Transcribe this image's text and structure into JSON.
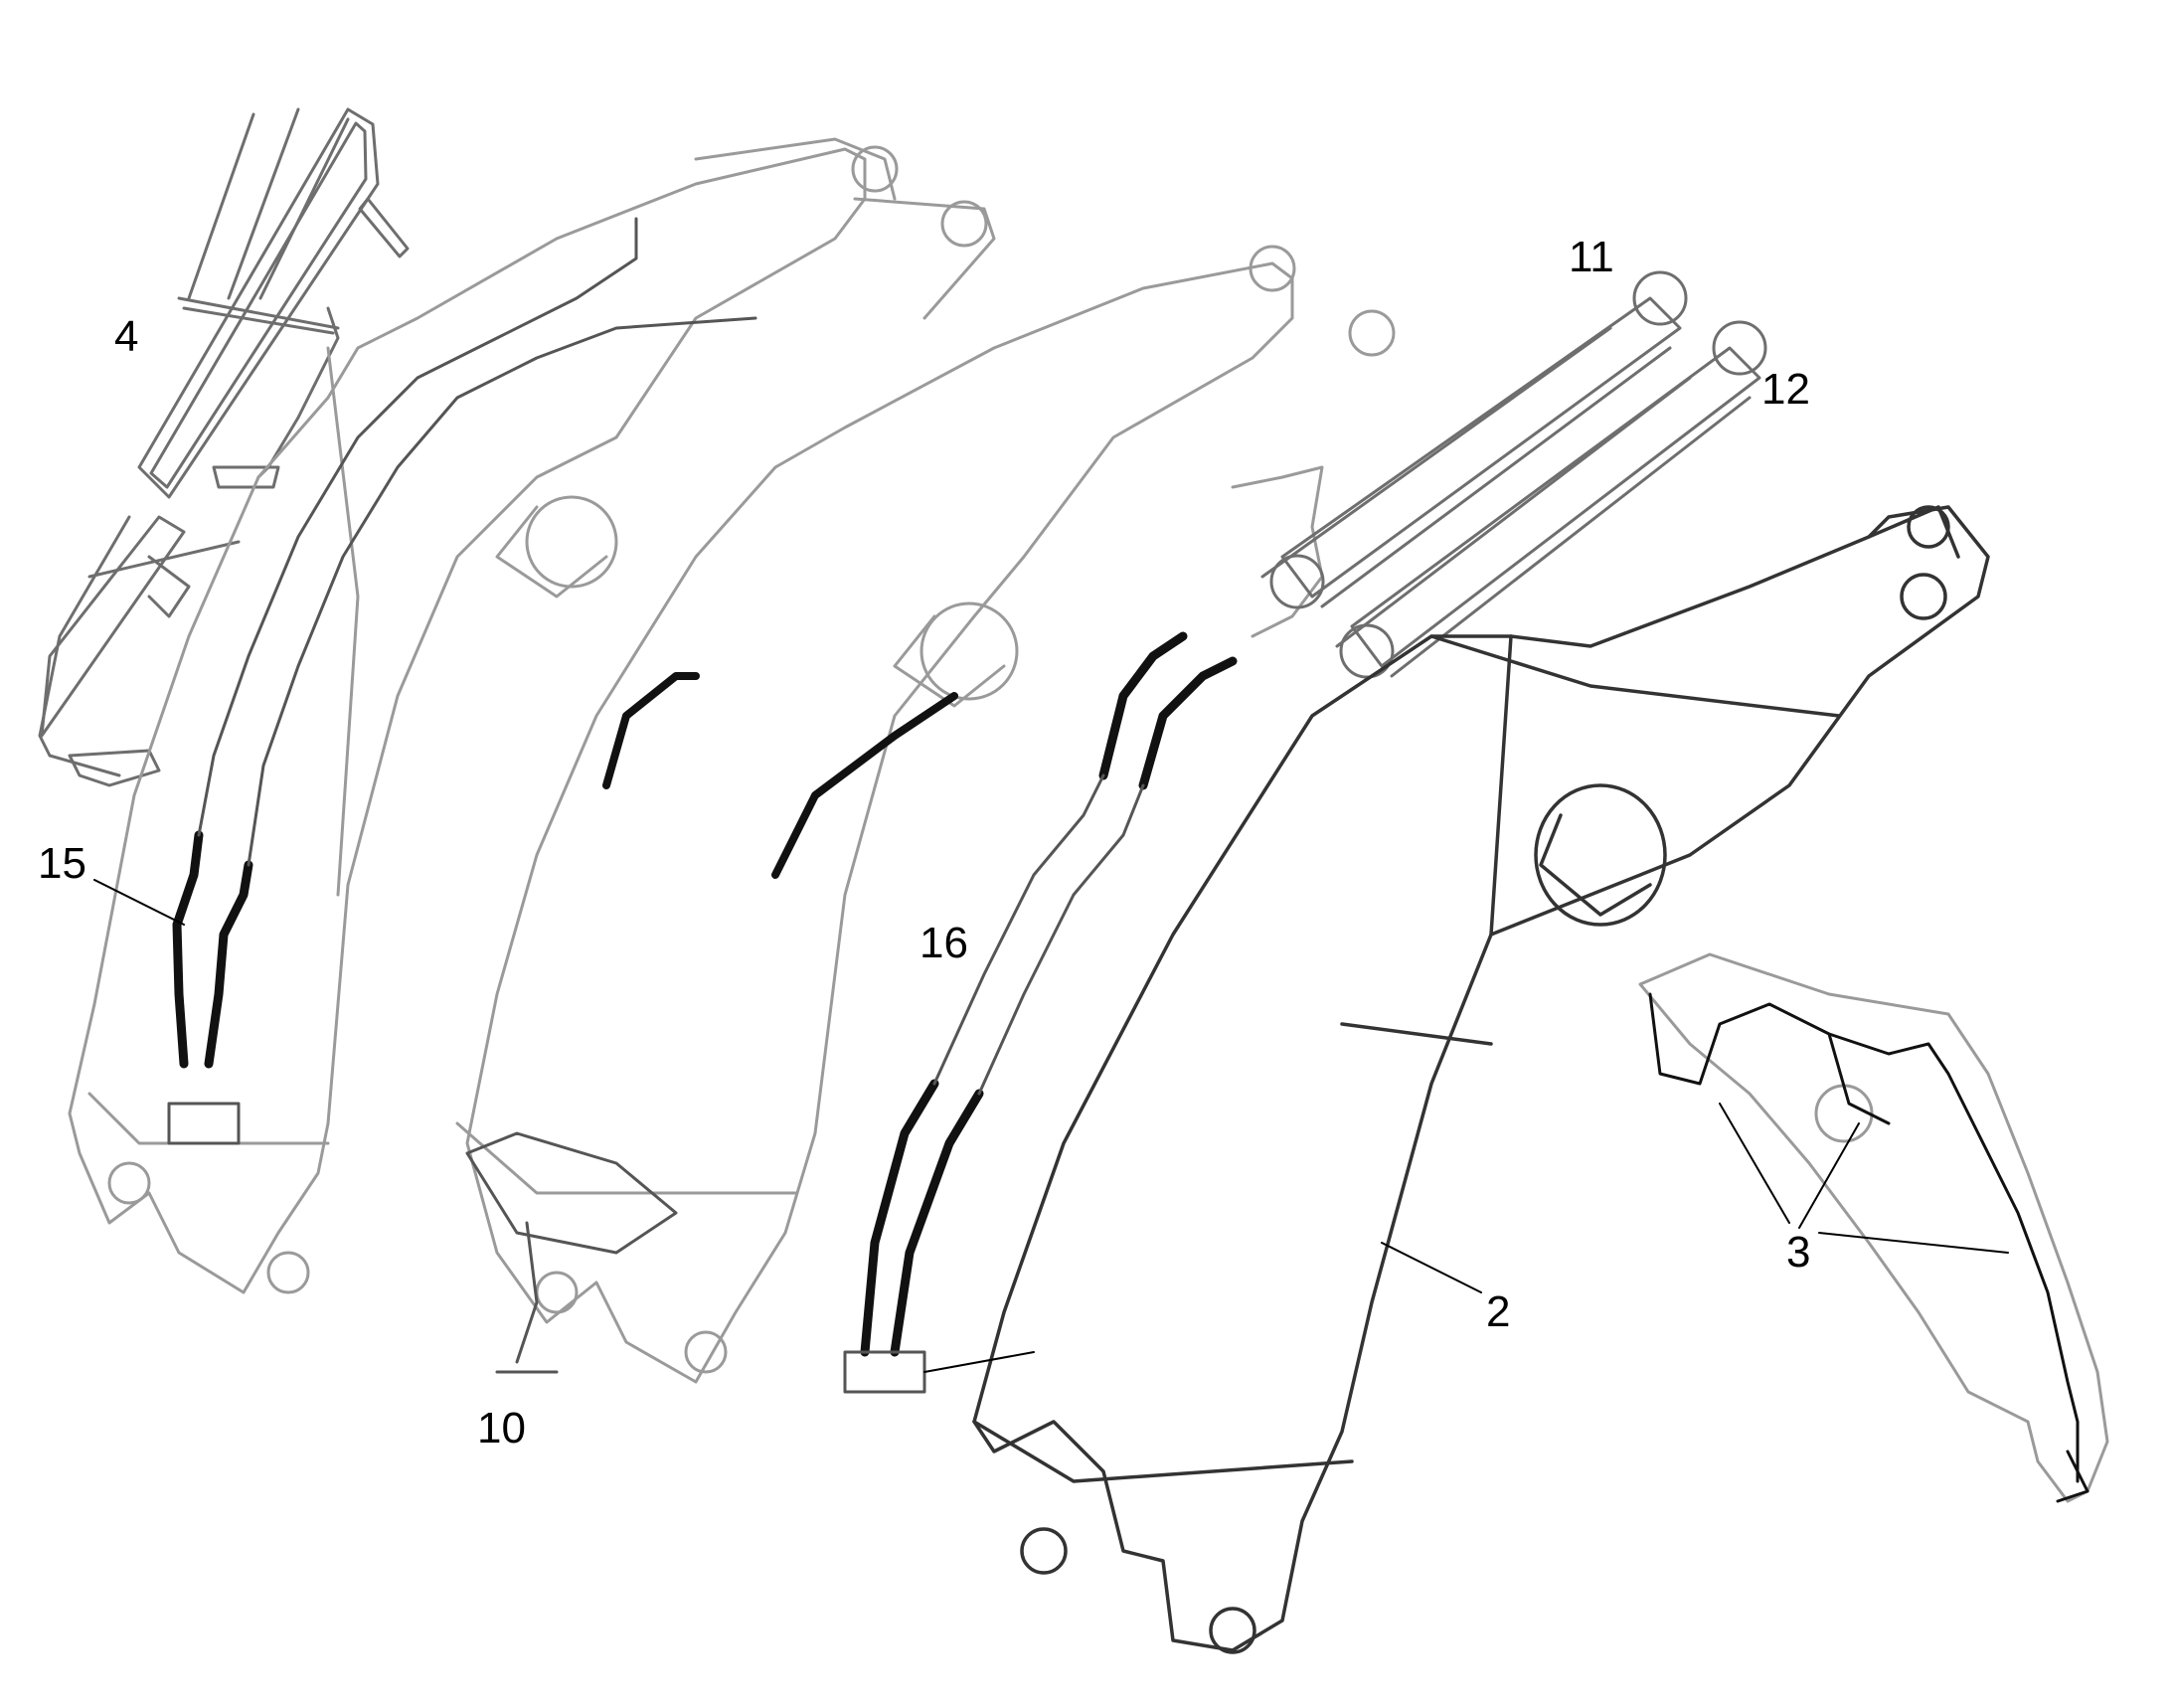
{
  "diagram": {
    "colors": {
      "background": "#ffffff",
      "outline": "#9a9a9a",
      "outline_dark": "#6e6e6e",
      "hose": "#111111",
      "label": "#000000"
    },
    "labels": [
      {
        "id": "4",
        "text": "4"
      },
      {
        "id": "15",
        "text": "15"
      },
      {
        "id": "10",
        "text": "10"
      },
      {
        "id": "16",
        "text": "16"
      },
      {
        "id": "11",
        "text": "11"
      },
      {
        "id": "12",
        "text": "12"
      },
      {
        "id": "2",
        "text": "2"
      },
      {
        "id": "3",
        "text": "3"
      }
    ]
  }
}
